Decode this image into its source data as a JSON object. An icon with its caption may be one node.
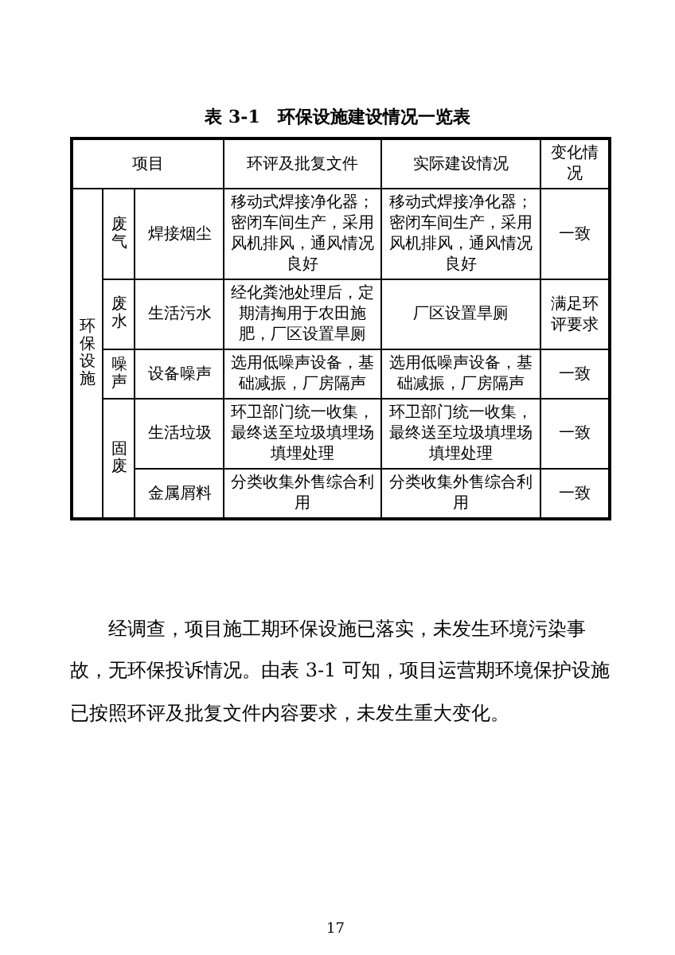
{
  "diagram": {
    "title": "表 3-1　环保设施建设情况一览表",
    "labels": [
      "项目",
      "环评及批复文件",
      "实际建设情况",
      "变化情况",
      "环保设施",
      "废气",
      "焊接烟尘",
      "移动式焊接净化器；密闭车间生产，采用风机排风，通风情况良好",
      "移动式焊接净化器；密闭车间生产，采用风机排风，通风情况良好",
      "一致",
      "废水",
      "生活污水",
      "经化粪池处理后，定期清掏用于农田施肥，厂区设置旱厕",
      "厂区设置旱厕",
      "满足环评要求",
      "噪声",
      "设备噪声",
      "选用低噪声设备，基础减振，厂房隔声",
      "选用低噪声设备，基础减振，厂房隔声",
      "一致",
      "固废",
      "生活垃圾",
      "环卫部门统一收集，最终送至垃圾填埋场填埋处理",
      "环卫部门统一收集，最终送至垃圾填埋场填埋处理",
      "一致",
      "金属屑料",
      "分类收集外售综合利用",
      "分类收集外售综合利用",
      "一致",
      "经调查，项目施工期环保设施已落实，未发生环境污染事故，无环保投诉情况。由表 3-1 可知，项目运营期环境保护设施已按照环评及批复文件内容要求，未发生重大变化。",
      "17"
    ]
  }
}
